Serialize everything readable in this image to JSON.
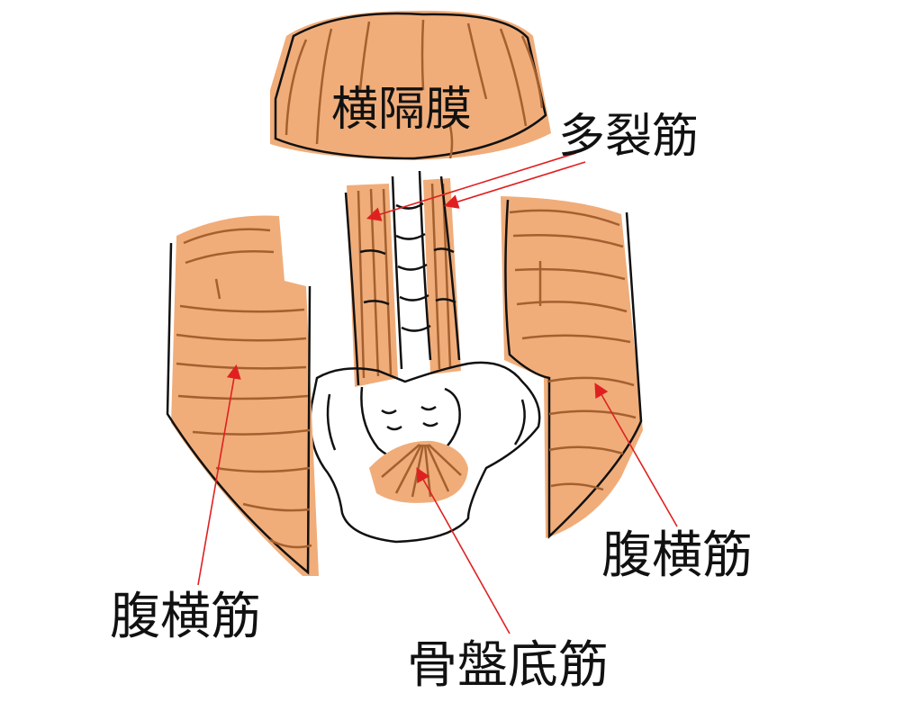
{
  "labels": {
    "diaphragm": "横隔膜",
    "multifidus": "多裂筋",
    "transversus_right": "腹横筋",
    "transversus_left": "腹横筋",
    "pelvic_floor": "骨盤底筋"
  },
  "colors": {
    "muscle_fill": "#f0ad7a",
    "fiber_stroke": "#a4602f",
    "outline": "#111111",
    "arrow": "#e02020"
  }
}
